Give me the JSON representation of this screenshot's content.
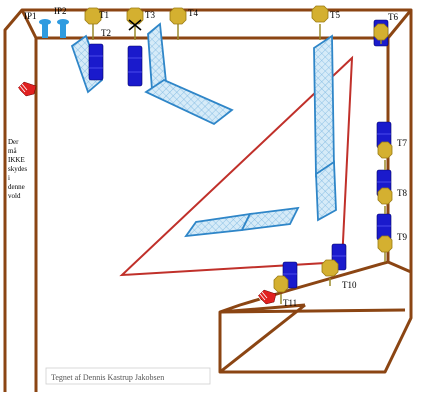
{
  "labels": {
    "ip1": "IP1",
    "ip2": "IP2",
    "t1": "T1",
    "t2": "T2",
    "t3": "T3",
    "t4": "T4",
    "t5": "T5",
    "t6": "T6",
    "t7": "T7",
    "t8": "T8",
    "t9": "T9",
    "t10": "T10",
    "t11": "T11"
  },
  "note_lines": [
    "Der",
    "må",
    "IKKE",
    "skydes",
    "i",
    "denne",
    "vold"
  ],
  "credit": "Tegnet af Dennis Kastrup Jakobsen",
  "colors": {
    "wall": "#8B4513",
    "barrel": "#1a1acc",
    "target": "#d4b030",
    "target_stem": "#9a8a2a",
    "mesh_stroke": "#2f86c8",
    "mesh_fill": "#d6ebf8",
    "red_line": "#c0302a",
    "ip_marker": "#2f9be0"
  },
  "icons": [
    "shooting-position-icon",
    "barrel-icon",
    "target-icon",
    "mesh-panel",
    "hand-pointer-icon",
    "no-shoot-cross-icon"
  ]
}
